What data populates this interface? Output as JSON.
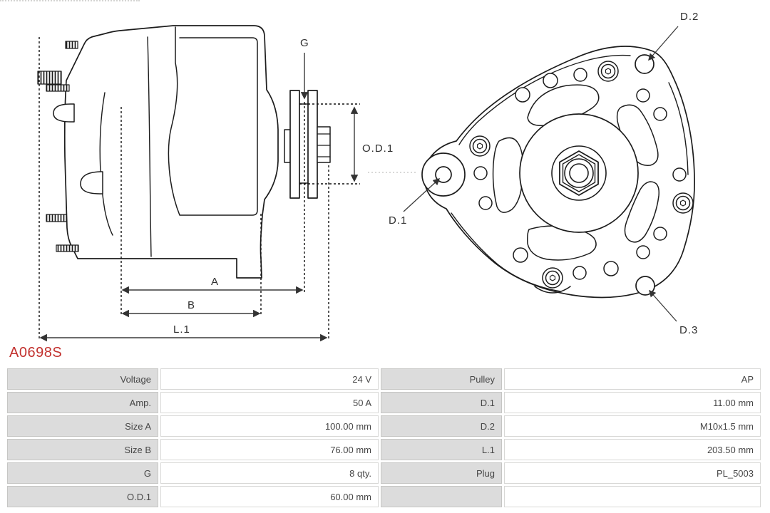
{
  "product": {
    "code": "A0698S"
  },
  "diagram": {
    "side_labels": {
      "g": "G",
      "od1": "O.D.1",
      "a": "A",
      "b": "B",
      "l1": "L.1"
    },
    "front_labels": {
      "d1": "D.1",
      "d2": "D.2",
      "d3": "D.3"
    }
  },
  "table": {
    "rows": [
      {
        "l_label": "Voltage",
        "l_value": "24 V",
        "r_label": "Pulley",
        "r_value": "AP"
      },
      {
        "l_label": "Amp.",
        "l_value": "50 A",
        "r_label": "D.1",
        "r_value": "11.00 mm"
      },
      {
        "l_label": "Size A",
        "l_value": "100.00 mm",
        "r_label": "D.2",
        "r_value": "M10x1.5 mm"
      },
      {
        "l_label": "Size B",
        "l_value": "76.00 mm",
        "r_label": "L.1",
        "r_value": "203.50 mm"
      },
      {
        "l_label": "G",
        "l_value": "8 qty.",
        "r_label": "Plug",
        "r_value": "PL_5003"
      },
      {
        "l_label": "O.D.1",
        "l_value": "60.00 mm",
        "r_label": "",
        "r_value": ""
      }
    ]
  },
  "colors": {
    "accent_red": "#c2312e",
    "drawing_line": "#1c1c1c",
    "dimension_line": "#3a3a3a",
    "label_cell_bg": "#dcdcdc",
    "value_cell_bg": "#ffffff"
  }
}
